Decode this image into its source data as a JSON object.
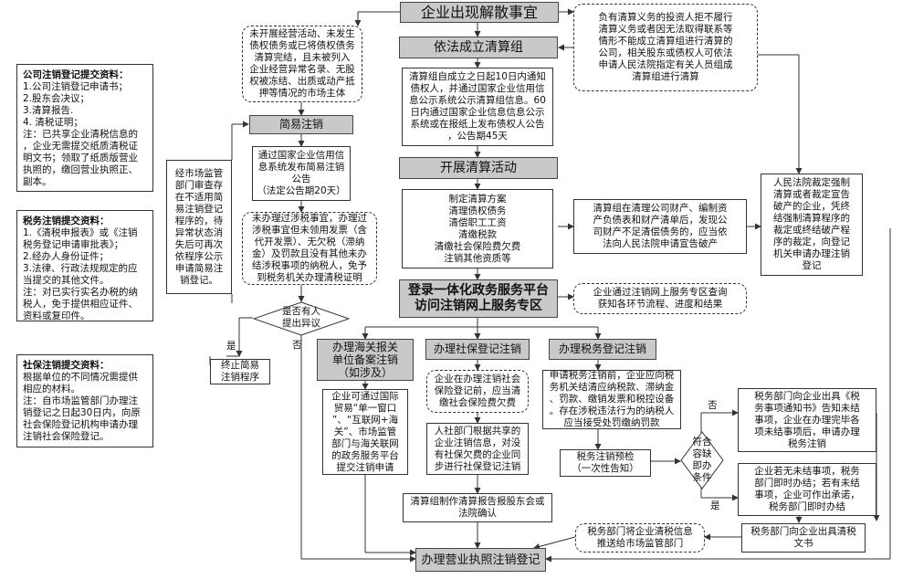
{
  "title": "企业出现解散事宜",
  "sidebar": {
    "company": {
      "title": "公司注销登记提交资料：",
      "lines": [
        "1.公司注销登记申请书；",
        "2.股东会决议；",
        "3.清算报告.",
        "4. 清税证明；",
        "注：已共享企业清税信息的",
        "，企业无需提交纸质清税证",
        "明文书；领取了纸质版营业",
        "执照的，缴回营业执照正、",
        "副本。"
      ]
    },
    "tax": {
      "title": "税务注销提交资料：",
      "lines": [
        "1.《清税申报表》或《注销",
        "税务登记申请审批表》；",
        "2.经办人身份证件；",
        "3.法律、行政法规规定的应",
        "当提交的其他文件。",
        "注：对已实行实名办税的纳",
        "税人，免于提供相应证件、",
        "资料或复印件。"
      ]
    },
    "social": {
      "title": "社保注销提交资料：",
      "lines": [
        "根据单位的不同情况需提供",
        "相应的材料。",
        "注：自市场监管部门办理注",
        "销登记之日起30日内，向原",
        "社会保险登记机构申请办理",
        "注销社会保险登记。"
      ]
    }
  },
  "nodes": {
    "no_debt": [
      "未开展经营活动、未发生",
      "债权债务或已将债权债务",
      "清算完结，且未被列入",
      "企业经营异常名录、无股",
      "权被冻结、出质或动产抵",
      "押等情况的市场主体"
    ],
    "simple_cancel": "简易注销",
    "simple_announce": [
      "通过国家企业信用信",
      "息系统发布简易注销",
      "公告",
      "（法定公告期20天）"
    ],
    "untax": [
      "未办理过涉税事宜，办理过",
      "涉税事宜但未领用发票（含",
      "代开发票）、无欠税（滞纳",
      "金）及罚款且没有其他未办",
      "结涉税事项的纳税人，免予",
      "到税务机关办理清税证明"
    ],
    "market_review": [
      "经市场监管",
      "部门审查存",
      "在不适用简",
      "易注销登记",
      "程序的，待",
      "异常状态消",
      "失后可再次",
      "依程序公示",
      "申请简易注",
      "销登记。"
    ],
    "objection": [
      "是否有人",
      "提出异议"
    ],
    "terminate": [
      "终止简易",
      "注销程序"
    ],
    "form_group": "依法成立清算组",
    "group_notice": [
      "清算组自成立之日起10日内通知",
      "债权人，并通过国家企业信用信",
      "息公示系统公示清算组信息。60",
      "日内通过国家企业信息信息公示",
      "系统或在报纸上发布债权人公告",
      "，公告期45天"
    ],
    "liquidation": "开展清算活动",
    "liq_items": [
      "制定清算方案",
      "清理债权债务",
      "清偿职工工资",
      "清缴税款",
      "清缴社会保险费欠费",
      "注销其他资质等"
    ],
    "platform": [
      "登录一体化政务服务平台",
      "访问注销网上服务专区"
    ],
    "responsible": [
      "负有清算义务的投资人拒不履行",
      "清算义务或者因无法取得联系等",
      "情形不能成立清算组进行清算的",
      "公司，相关股东或债权人可依法",
      "申请人民法院指定有关人员组成",
      "清算组进行清算"
    ],
    "bankrupt": [
      "清算组在清理公司财产、编制资",
      "产负债表和财产清单后，发现公",
      "司财产不足清偿债务的，应当依",
      "法向人民法院申请宣告破产"
    ],
    "court": [
      "人民法院裁定强制",
      "清算或者裁定宣告",
      "破产的企业，凭终",
      "结强制清算程序的",
      "裁定或终结破产程",
      "序的裁定，向登记",
      "机关申请办理注销",
      "登记"
    ],
    "platform_query": [
      "企业通过注销网上服务专区查询",
      "获知各环节流程、进度和结果"
    ],
    "customs": [
      "办理海关报关",
      "单位备案注销",
      "（如涉及）"
    ],
    "customs_detail": [
      "企业可通过国际",
      "贸易“单一窗口",
      "”、“互联网+海",
      "关”、市场监管",
      "部门与海关联网",
      "的政务服务平台",
      "提交注销申请"
    ],
    "social": "办理社保登记注销",
    "social_detail": [
      "企业在办理注销社会",
      "保险登记前，应当清",
      "缴社会保险费欠费"
    ],
    "social_share": [
      "人社部门根据共享的",
      "企业注销信息，对没",
      "有社保欠费的企业同",
      "步进行社保登记注销"
    ],
    "tax": "办理税务登记注销",
    "tax_detail": [
      "申请税务注销前，企业应向税",
      "务机关结清应纳税款、滞纳金",
      "、罚款、缴销发票和税控设备",
      "。存在涉税违法行为的纳税人",
      "应当接受处罚缴纳罚款"
    ],
    "tax_precheck": [
      "税务注销预检",
      "（一次性告知）"
    ],
    "diamond": [
      "符合",
      "容缺",
      "即办",
      "条件"
    ],
    "notice_book": [
      "税务部门向企业出具《税",
      "务事项通知书》告知未结",
      "事项，企业在办理完毕各",
      "项未结事项后，申请办理",
      "税务注销"
    ],
    "immediate": [
      "企业若无未结事项，税务",
      "部门即时办结；若有未结",
      "事项，企业可作出承诺，",
      "税务部门即时办结"
    ],
    "report": [
      "清算组制作清算报告报股东会或",
      "法院确认"
    ],
    "tax_certificate": [
      "税务部门向企业出具清税",
      "文书"
    ],
    "tax_push": [
      "税务部门将企业清税信息",
      "推送给市场监管部门"
    ],
    "final": "办理营业执照注销登记"
  },
  "labels": {
    "yes": "是",
    "no": "否"
  }
}
